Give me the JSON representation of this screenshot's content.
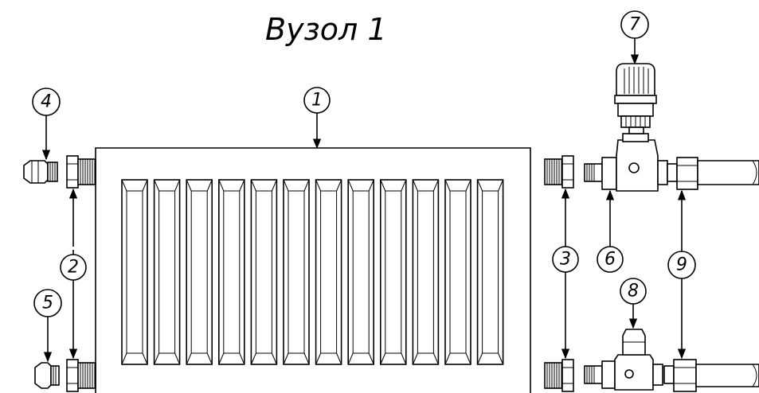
{
  "diagram": {
    "title": "Вузол 1",
    "callouts": [
      {
        "label": "1"
      },
      {
        "label": "2"
      },
      {
        "label": "3"
      },
      {
        "label": "4"
      },
      {
        "label": "5"
      },
      {
        "label": "6"
      },
      {
        "label": "7"
      },
      {
        "label": "8"
      },
      {
        "label": "9"
      }
    ],
    "radiator": {
      "section_count": 12
    }
  }
}
